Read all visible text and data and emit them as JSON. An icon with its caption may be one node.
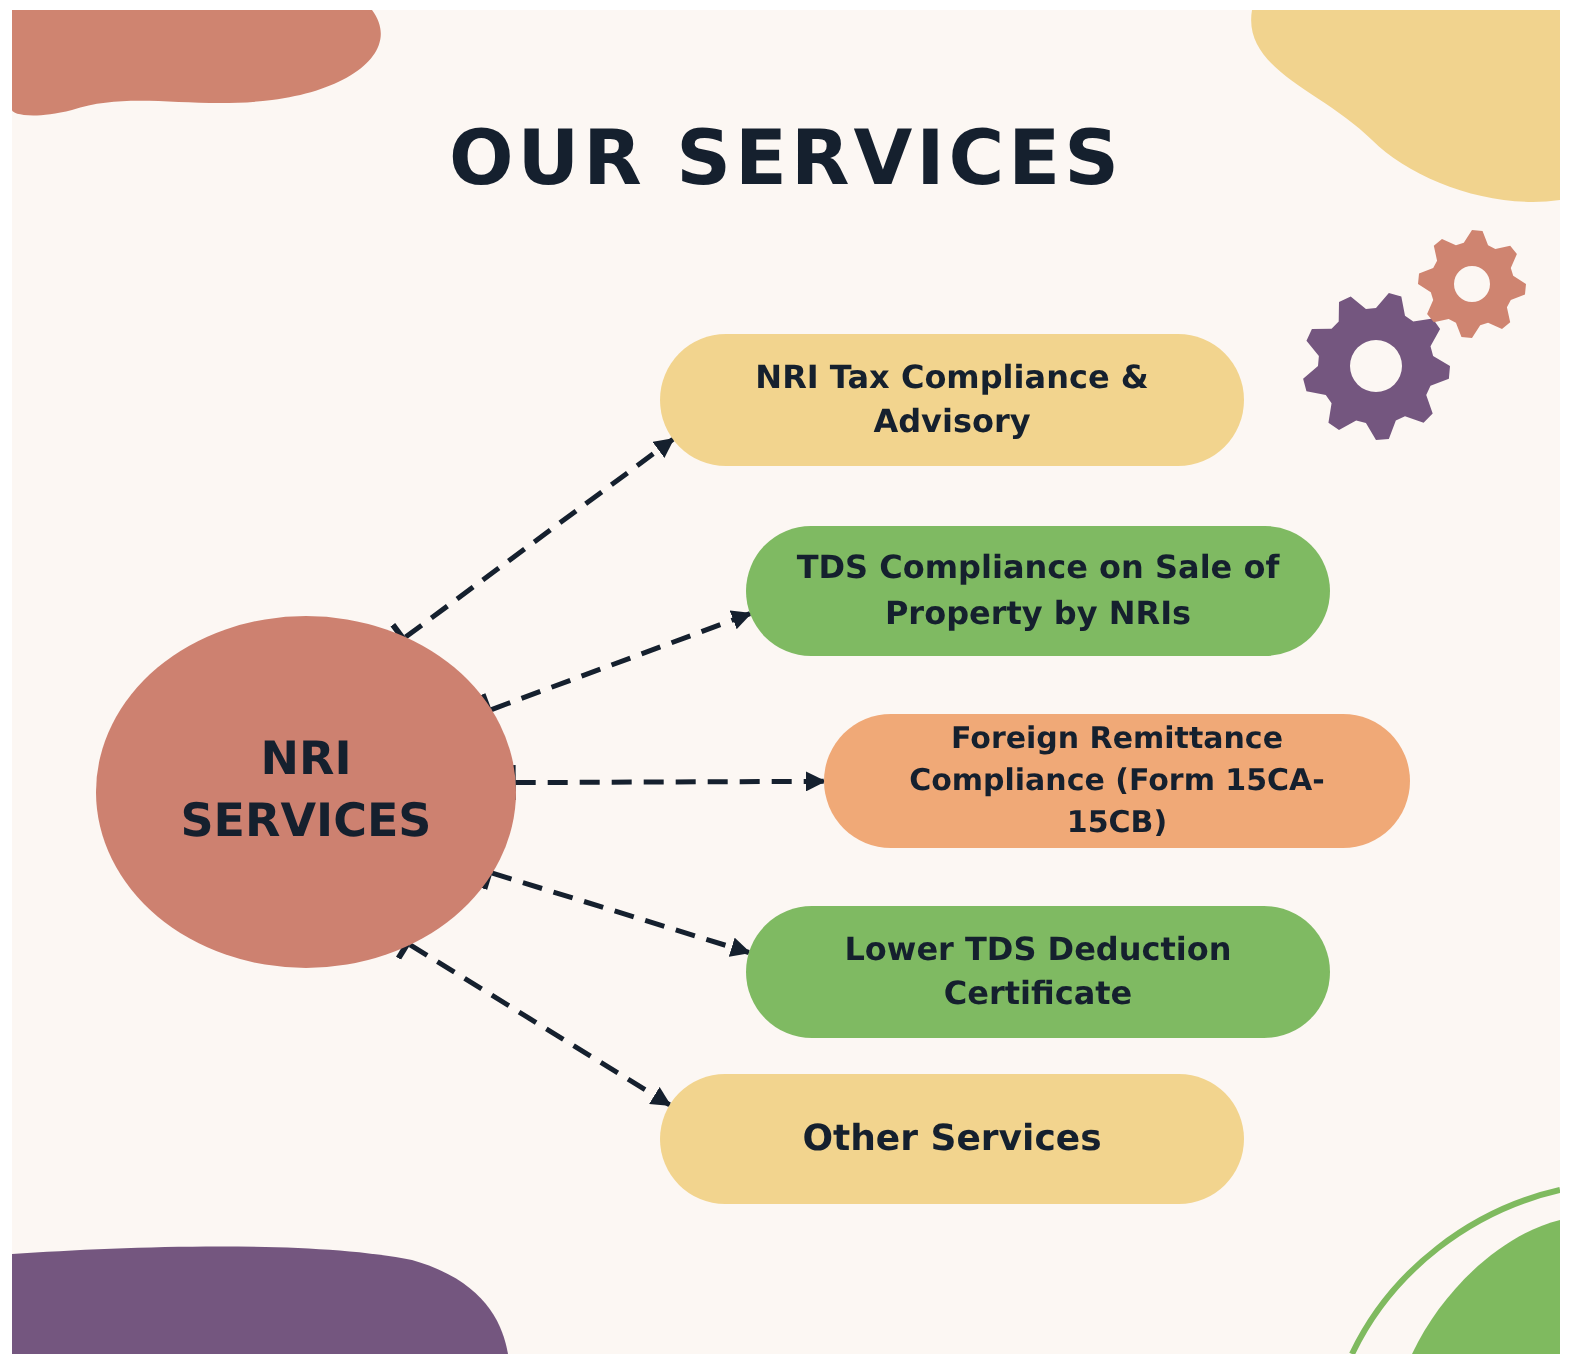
{
  "diagram": {
    "title": "OUR SERVICES",
    "nodes": [
      {
        "text": [
          "NRI SERVICES"
        ]
      },
      {
        "text": [
          "NRI Tax Compliance & Advisory"
        ]
      },
      {
        "text": [
          "TDS Compliance on Sale of Property by NRIs"
        ]
      },
      {
        "text": [
          "Foreign Remittance Compliance (Form 15CA-15CB)"
        ]
      },
      {
        "text": [
          "Lower TDS Deduction Certificate"
        ]
      },
      {
        "text": [
          "Other Services"
        ]
      }
    ],
    "edges": [
      {
        "from": 0,
        "to": 1,
        "arrow": "to",
        "style": "dashed"
      },
      {
        "from": 0,
        "to": 2,
        "arrow": "to",
        "style": "dashed"
      },
      {
        "from": 0,
        "to": 3,
        "arrow": "to",
        "style": "dashed"
      },
      {
        "from": 0,
        "to": 4,
        "arrow": "to",
        "style": "dashed"
      },
      {
        "from": 0,
        "to": 5,
        "arrow": "to",
        "style": "dashed"
      }
    ]
  }
}
